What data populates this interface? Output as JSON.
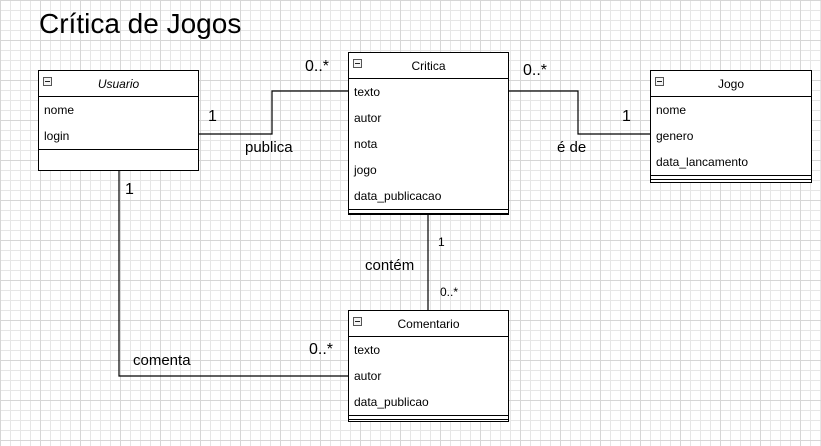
{
  "title": "Crítica de Jogos",
  "classes": {
    "usuario": {
      "name": "Usuario",
      "attributes": [
        "nome",
        "login"
      ]
    },
    "critica": {
      "name": "Critica",
      "attributes": [
        "texto",
        "autor",
        "nota",
        "jogo",
        "data_publicacao"
      ]
    },
    "jogo": {
      "name": "Jogo",
      "attributes": [
        "nome",
        "genero",
        "data_lancamento"
      ]
    },
    "comentario": {
      "name": "Comentario",
      "attributes": [
        "texto",
        "autor",
        "data_publicao"
      ]
    }
  },
  "associations": {
    "publica": {
      "label": "publica",
      "mult_usuario": "1",
      "mult_critica": "0..*"
    },
    "e_de": {
      "label": "é de",
      "mult_critica": "0..*",
      "mult_jogo": "1"
    },
    "contem": {
      "label": "contém",
      "mult_critica": "1",
      "mult_comentario": "0..*"
    },
    "comenta": {
      "label": "comenta",
      "mult_usuario": "1",
      "mult_comentario": "0..*"
    }
  }
}
